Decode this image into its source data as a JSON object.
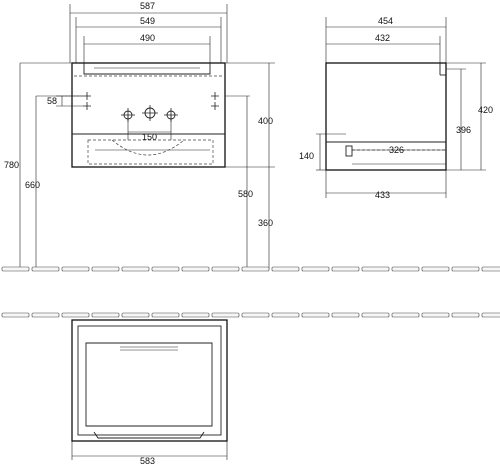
{
  "front_view": {
    "dims": {
      "overall_width": "587",
      "inner_width_a": "549",
      "inner_width_b": "490",
      "height_total": "780",
      "height_top": "660",
      "offset_58": "58",
      "tap_spacing": "150",
      "body_height": "400",
      "height_580": "580",
      "height_360": "360"
    }
  },
  "side_view": {
    "dims": {
      "overall_depth": "454",
      "inner_depth": "432",
      "height_420": "420",
      "height_396": "396",
      "height_140": "140",
      "drawer_depth": "326",
      "bottom_depth": "433"
    }
  },
  "top_view": {
    "dims": {
      "width": "583"
    }
  }
}
